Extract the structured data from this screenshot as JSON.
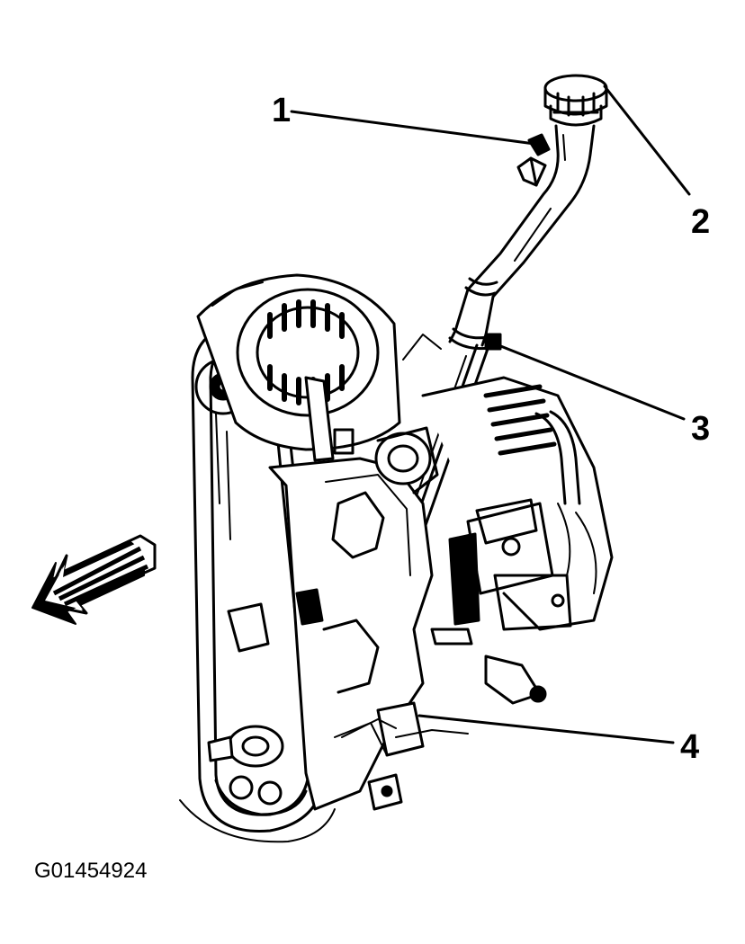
{
  "callouts": [
    {
      "label": "1"
    },
    {
      "label": "2"
    },
    {
      "label": "3"
    },
    {
      "label": "4"
    }
  ],
  "figure_id": "G01454924",
  "colors": {
    "ink": "#000000",
    "paper": "#ffffff"
  }
}
